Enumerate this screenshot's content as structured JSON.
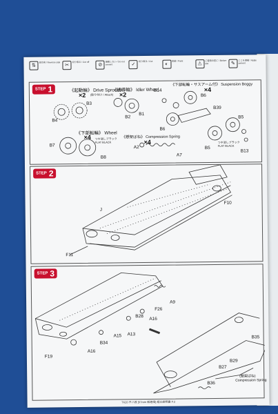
{
  "legend": [
    {
      "icon": "⇅",
      "text": "逆方向 / Reverse side"
    },
    {
      "icon": "✂",
      "text": "切り取る / Cut off"
    },
    {
      "icon": "⊘",
      "text": "接着しない / Do not cement"
    },
    {
      "icon": "✓",
      "text": "切り取る / Cut"
    },
    {
      "icon": "◐",
      "text": "塗装 / Paint"
    },
    {
      "icon": "⚠",
      "text": "ご使用の前に / Before use"
    },
    {
      "icon": "✎",
      "text": "ここを接着 / Apply cement"
    }
  ],
  "steps": [
    {
      "word": "STEP",
      "number": "1",
      "labels": {
        "drive_sprocket": "《起動輪》 Drive Sprocket",
        "drive_sprocket_qty": "×2",
        "drive_note": "(取り付け / Attach)",
        "idler_wheel": "《誘導輪》 Idler Wheel",
        "idler_qty": "×2",
        "suspension": "《下部転輪・サスアーム付》 Suspension Boggy",
        "suspension_qty": "×4",
        "wheel": "《下部転輪》 Wheel",
        "wheel_qty": "×4",
        "spring": "《懸架ばね》 Compression Spring",
        "spring_qty": "×4",
        "flat_black_1": "つや消しブラック",
        "flat_black_1b": "FLAT BLACK",
        "flat_black_2": "つや消しブラック",
        "flat_black_2b": "FLAT BLACK",
        "parts": [
          "B4",
          "B3",
          "B2",
          "B1",
          "B14",
          "B6",
          "B39",
          "B5",
          "B5",
          "B13",
          "B6",
          "B7",
          "B8",
          "A2",
          "A7"
        ]
      }
    },
    {
      "word": "STEP",
      "number": "2",
      "labels": {
        "parts": [
          "J",
          "F10",
          "F11"
        ]
      }
    },
    {
      "word": "STEP",
      "number": "3",
      "labels": {
        "parts": [
          "A9",
          "B28",
          "A16",
          "F26",
          "A15",
          "B34",
          "A16",
          "F19",
          "A13",
          "B35",
          "B27",
          "B29",
          "B36"
        ],
        "spring_caption": "(懸架ばね)",
        "spring_caption_en": "Compression Spring"
      }
    }
  ],
  "footer": "TK20 チハ改 [57mm 新砲塔] 組立説明書 P.2"
}
